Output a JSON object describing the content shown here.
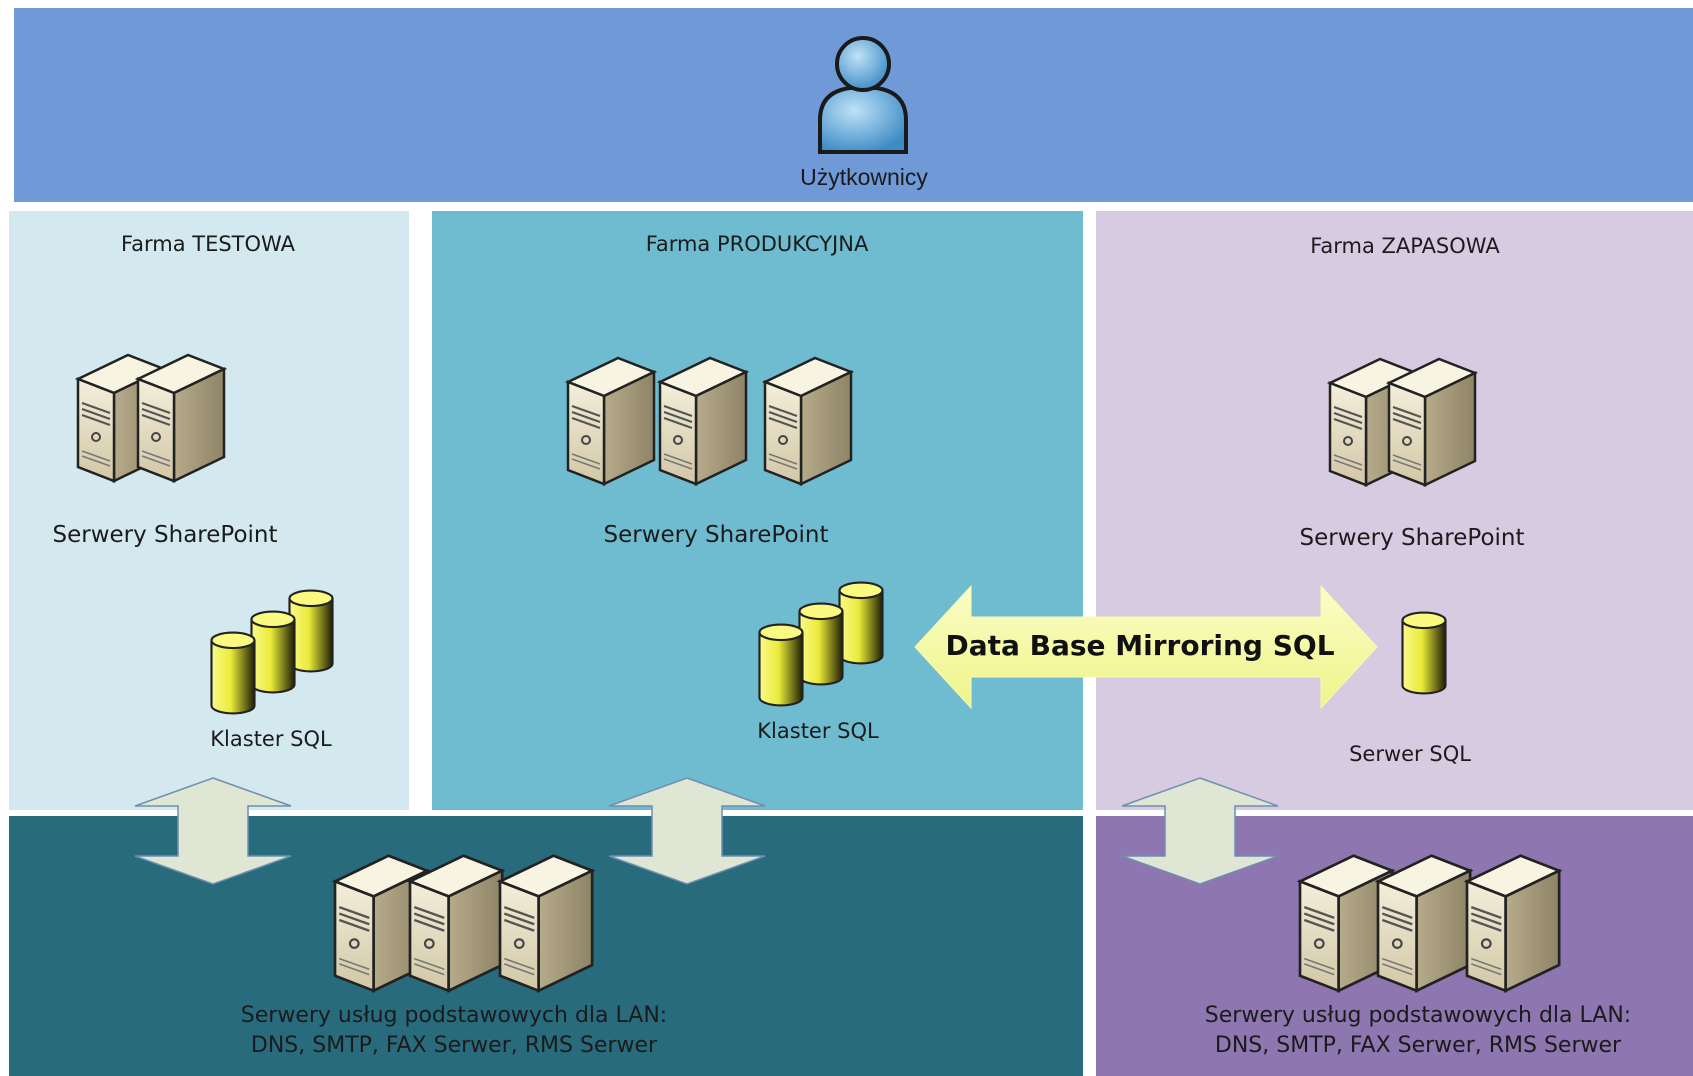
{
  "users": {
    "label": "Użytkownicy",
    "icon": "user-icon"
  },
  "farms": {
    "test": {
      "title": "Farma TESTOWA",
      "servers_label": "Serwery SharePoint",
      "sql_label": "Klaster SQL",
      "color": "#d3e9ef"
    },
    "production": {
      "title": "Farma PRODUKCYJNA",
      "servers_label": "Serwery SharePoint",
      "sql_label": "Klaster SQL",
      "color": "#6fbcd1"
    },
    "backup": {
      "title": "Farma ZAPASOWA",
      "servers_label": "Serwery SharePoint",
      "sql_label": "Serwer SQL",
      "color": "#d7cbe1"
    }
  },
  "mirroring": {
    "label": "Data Base Mirroring SQL",
    "color": "#f7fba8"
  },
  "lan": {
    "main": {
      "line1": "Serwery usług podstawowych dla LAN:",
      "line2": "DNS, SMTP, FAX Serwer, RMS Serwer",
      "color": "#286b7c"
    },
    "backup": {
      "line1": "Serwery usług podstawowych dla LAN:",
      "line2": "DNS, SMTP, FAX Serwer, RMS Serwer",
      "color": "#8e76b0"
    }
  },
  "colors": {
    "users_band": "#7099d7",
    "server_body": "#e9e2c6",
    "database": "#f2f25a",
    "connector_arrow": "#dfe7d4"
  }
}
